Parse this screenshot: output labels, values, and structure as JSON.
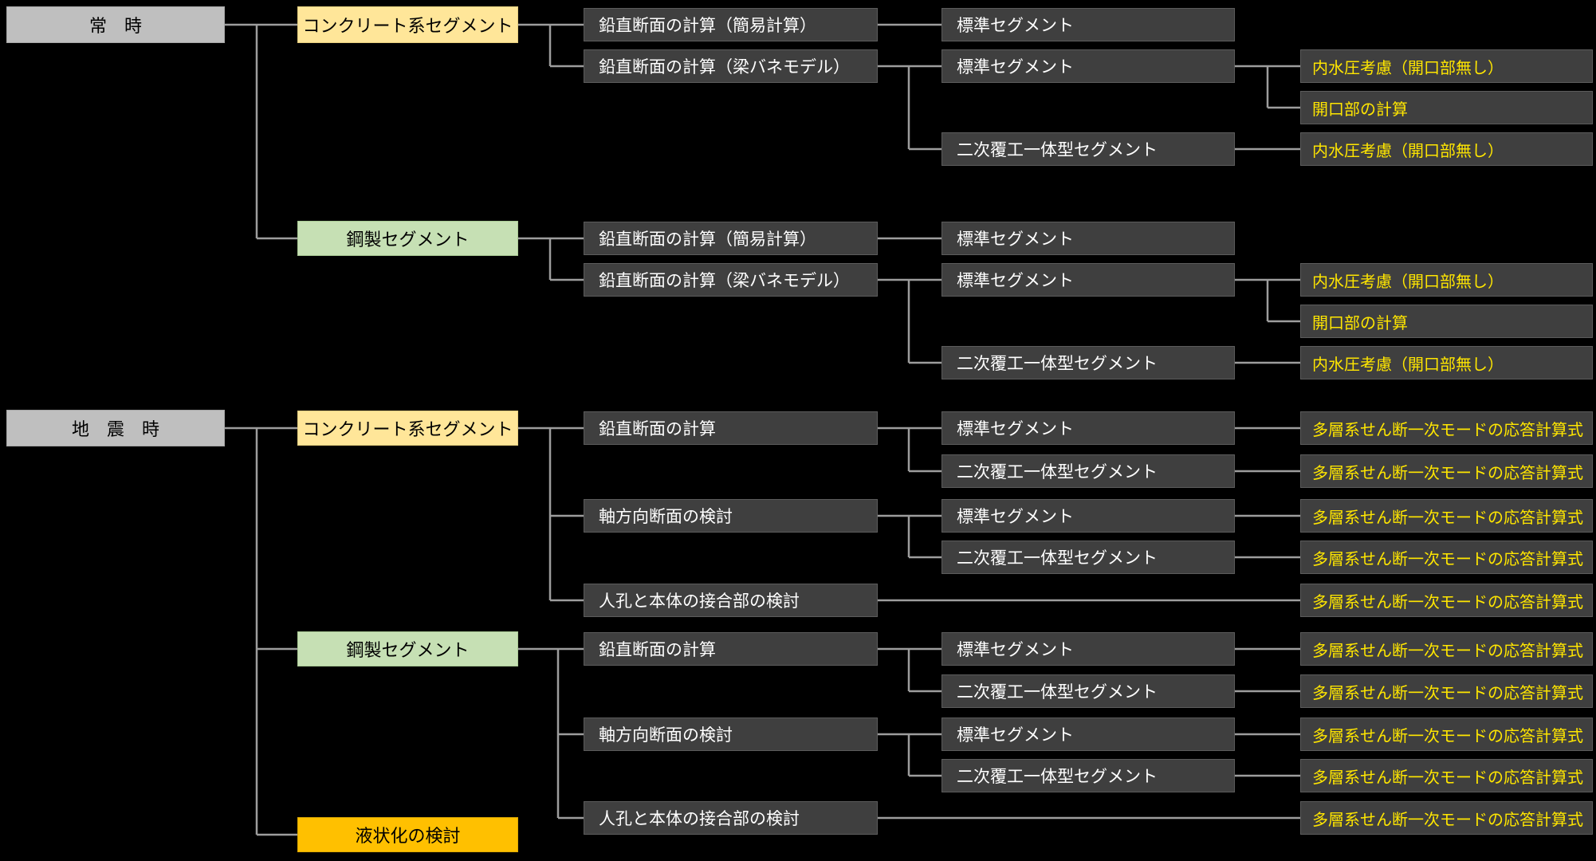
{
  "diagram": {
    "colors": {
      "background": "#000000",
      "line": "#9d9d9d",
      "condition_box": "#BFBFBF",
      "concrete_box": "#FFE699",
      "steel_box": "#C6E0B4",
      "liquefaction_box": "#FFC000",
      "dark_box": "#3F3F3F",
      "dark_box_text": "#FFFFFF",
      "accent_text": "#FFE600",
      "colored_box_text": "#000000"
    },
    "normal": {
      "root": "常　時",
      "concrete": "コンクリート系セグメント",
      "steel": "鋼製セグメント",
      "calc_simple": "鉛直断面の計算（簡易計算）",
      "calc_beam": "鉛直断面の計算（梁バネモデル）",
      "seg_standard": "標準セグメント",
      "seg_secondary": "二次覆工一体型セグメント",
      "internal_pressure": "内水圧考慮（開口部無し）",
      "opening_calc": "開口部の計算"
    },
    "seismic": {
      "root": "地　震　時",
      "concrete": "コンクリート系セグメント",
      "steel": "鋼製セグメント",
      "liquefaction": "液状化の検討",
      "calc_vertical": "鉛直断面の計算",
      "calc_axial": "軸方向断面の検討",
      "manhole_joint": "人孔と本体の接合部の検討",
      "seg_standard": "標準セグメント",
      "seg_secondary": "二次覆工一体型セグメント",
      "response_formula": "多層系せん断一次モードの応答計算式"
    }
  }
}
